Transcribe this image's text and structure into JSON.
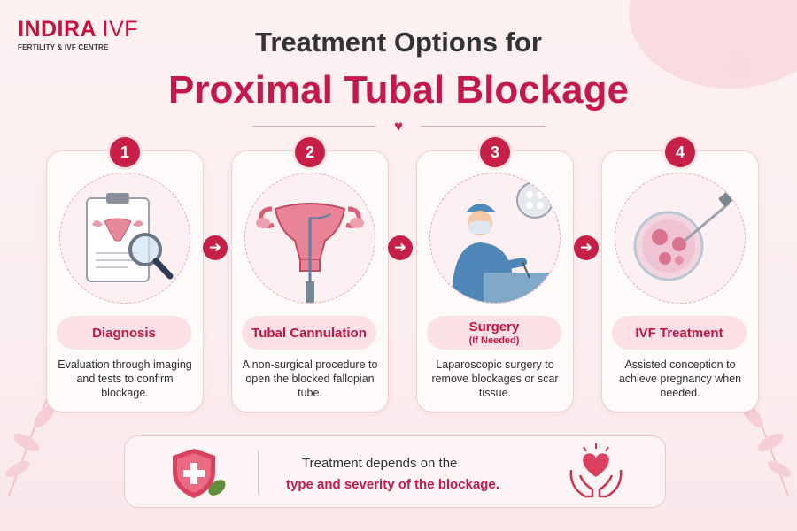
{
  "brand": {
    "name_part1": "INDIRA",
    "name_part2": "IVF",
    "tagline": "FERTILITY & IVF CENTRE"
  },
  "title": {
    "line1": "Treatment Options for",
    "line2": "Proximal Tubal Blockage"
  },
  "steps": [
    {
      "number": "1",
      "label": "Diagnosis",
      "sublabel": "",
      "description": "Evaluation through imaging and tests to confirm blockage.",
      "icon": "clipboard-magnifier-icon"
    },
    {
      "number": "2",
      "label": "Tubal Cannulation",
      "sublabel": "",
      "description": "A non-surgical procedure to open the blocked fallopian tube.",
      "icon": "uterus-catheter-icon"
    },
    {
      "number": "3",
      "label": "Surgery",
      "sublabel": "(If Needed)",
      "description": "Laparoscopic surgery to remove blockages or scar tissue.",
      "icon": "surgeon-icon"
    },
    {
      "number": "4",
      "label": "IVF Treatment",
      "sublabel": "",
      "description": "Assisted conception to achieve pregnancy when needed.",
      "icon": "petri-dish-icon"
    }
  ],
  "footer": {
    "line1": "Treatment depends on the",
    "line2": "type and severity of the blockage."
  },
  "colors": {
    "accent": "#c41a4a",
    "pill_bg": "#fbe1e6",
    "background": "#fdf1f2"
  }
}
